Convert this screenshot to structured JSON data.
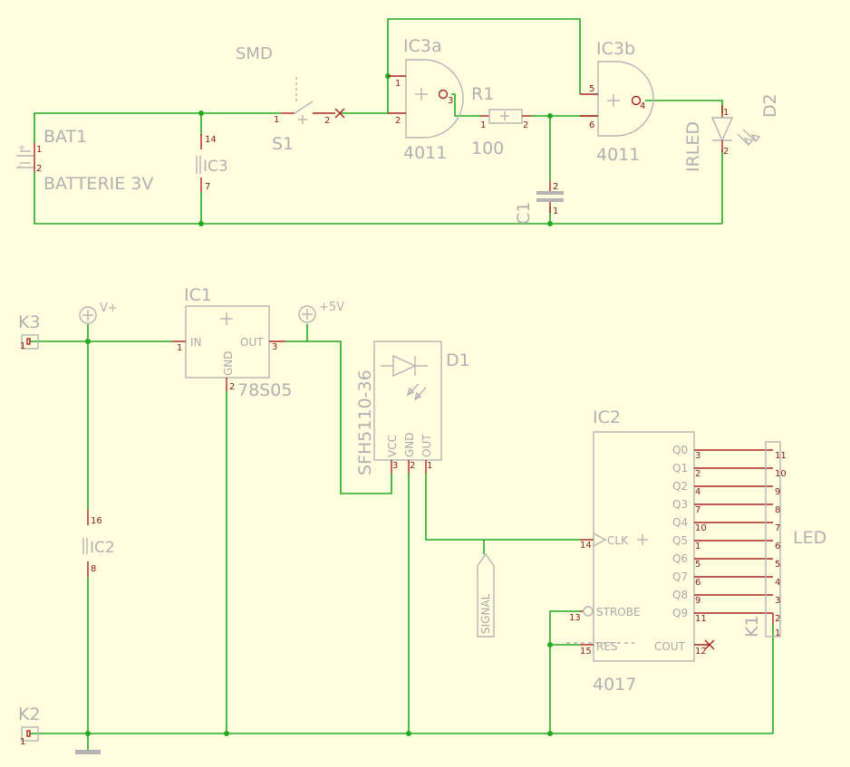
{
  "colors": {
    "background": "#ffffe0",
    "wire": "#22aa22",
    "pin": "#aa2222",
    "outline": "#b4b4b4",
    "label": "#b0b0b0"
  },
  "top": {
    "smd": "SMD",
    "bat1": {
      "name": "BAT1",
      "value": "BATTERIE 3V",
      "pins": [
        "1",
        "2"
      ]
    },
    "ic3_power": {
      "name": "IC3",
      "pins": [
        "14",
        "7"
      ]
    },
    "s1": {
      "name": "S1",
      "pins": [
        "1",
        "2"
      ]
    },
    "ic3a": {
      "name": "IC3a",
      "value": "4011",
      "pins": [
        "1",
        "2",
        "3"
      ]
    },
    "r1": {
      "name": "R1",
      "value": "100",
      "pins": [
        "1",
        "2"
      ]
    },
    "ic3b": {
      "name": "IC3b",
      "value": "4011",
      "pins": [
        "5",
        "6",
        "4"
      ]
    },
    "d2": {
      "name": "D2",
      "value": "IRLED",
      "pins": [
        "1",
        "2"
      ]
    },
    "c1": {
      "name": "C1",
      "pins": [
        "2",
        "1"
      ]
    }
  },
  "bottom": {
    "k3": {
      "name": "K3",
      "pin": "1"
    },
    "k2": {
      "name": "K2",
      "pin": "1"
    },
    "vplus": "V+",
    "plus5": "+5V",
    "ic1": {
      "name": "IC1",
      "value": "78S05",
      "pin_in": "IN",
      "pin_out": "OUT",
      "pin_gnd": "GND",
      "pins": [
        "1",
        "3",
        "2"
      ]
    },
    "ic2_power": {
      "name": "IC2",
      "pins": [
        "16",
        "8"
      ]
    },
    "d1": {
      "name": "D1",
      "value": "SFH5110-36",
      "pin_names": [
        "VCC",
        "GND",
        "OUT"
      ],
      "pins": [
        "3",
        "2",
        "1"
      ]
    },
    "signal": "SIGNAL",
    "ic2": {
      "name": "IC2",
      "value": "4017",
      "outputs": [
        {
          "name": "Q0",
          "pin": "3"
        },
        {
          "name": "Q1",
          "pin": "2"
        },
        {
          "name": "Q2",
          "pin": "4"
        },
        {
          "name": "Q3",
          "pin": "7"
        },
        {
          "name": "Q4",
          "pin": "10"
        },
        {
          "name": "Q5",
          "pin": "1"
        },
        {
          "name": "Q6",
          "pin": "5"
        },
        {
          "name": "Q7",
          "pin": "6"
        },
        {
          "name": "Q8",
          "pin": "9"
        },
        {
          "name": "Q9",
          "pin": "11"
        }
      ],
      "clk": {
        "name": "CLK",
        "pin": "14"
      },
      "strobe": {
        "name": "STROBE",
        "pin": "13"
      },
      "res": {
        "name": "RES",
        "pin": "15"
      },
      "cout": {
        "name": "COUT",
        "pin": "12"
      }
    },
    "k1": {
      "name": "K1",
      "value": "LED",
      "pins": [
        "11",
        "10",
        "9",
        "8",
        "7",
        "6",
        "5",
        "4",
        "3",
        "2",
        "1"
      ]
    }
  }
}
